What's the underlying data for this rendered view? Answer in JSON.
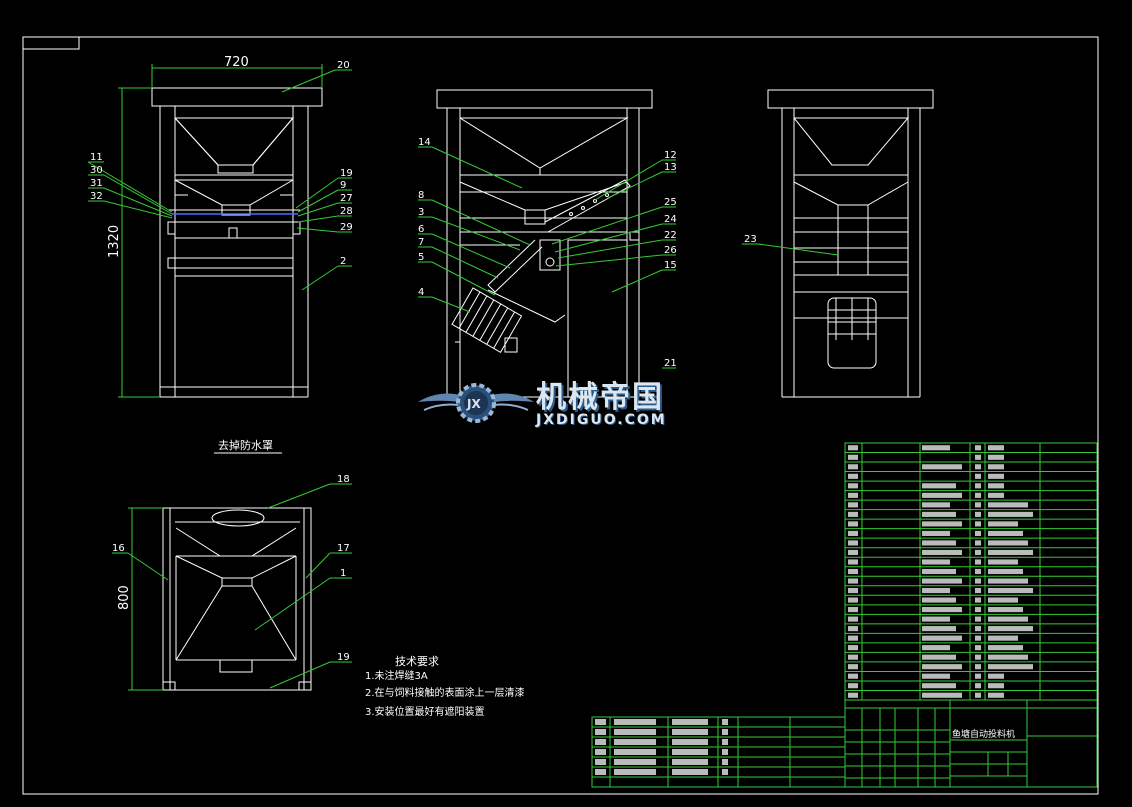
{
  "drawing": {
    "dims": {
      "width_720": "720",
      "height_1320": "1320",
      "height_800": "800"
    },
    "labels": {
      "front": [
        "20",
        "11",
        "30",
        "31",
        "32",
        "19",
        "9",
        "27",
        "28",
        "29",
        "2"
      ],
      "middle": [
        "14",
        "8",
        "3",
        "6",
        "7",
        "5",
        "4",
        "12",
        "13",
        "25",
        "24",
        "22",
        "26",
        "15",
        "21"
      ],
      "right": [
        "23"
      ],
      "bottom": [
        "18",
        "16",
        "17",
        "1",
        "19"
      ]
    },
    "section_title": "去掉防水罩",
    "technical_requirements": {
      "title": "技术要求",
      "items": [
        "1.未注焊缝3A",
        "2.在与饲料接触的表面涂上一层清漆",
        "3.安装位置最好有遮阳装置"
      ]
    },
    "drawing_title": "鱼塘自动投料机",
    "watermark": {
      "cn": "机械帝国",
      "en": "JXDIGUO.COM",
      "badge": "JX"
    }
  },
  "colors": {
    "border": "#ffffff",
    "lines": "#ffffff",
    "dims": "#33cc33",
    "leaders": "#33cc33",
    "table": "#33cc33",
    "accent_blue": "#4a6fff",
    "background": "#000000"
  }
}
